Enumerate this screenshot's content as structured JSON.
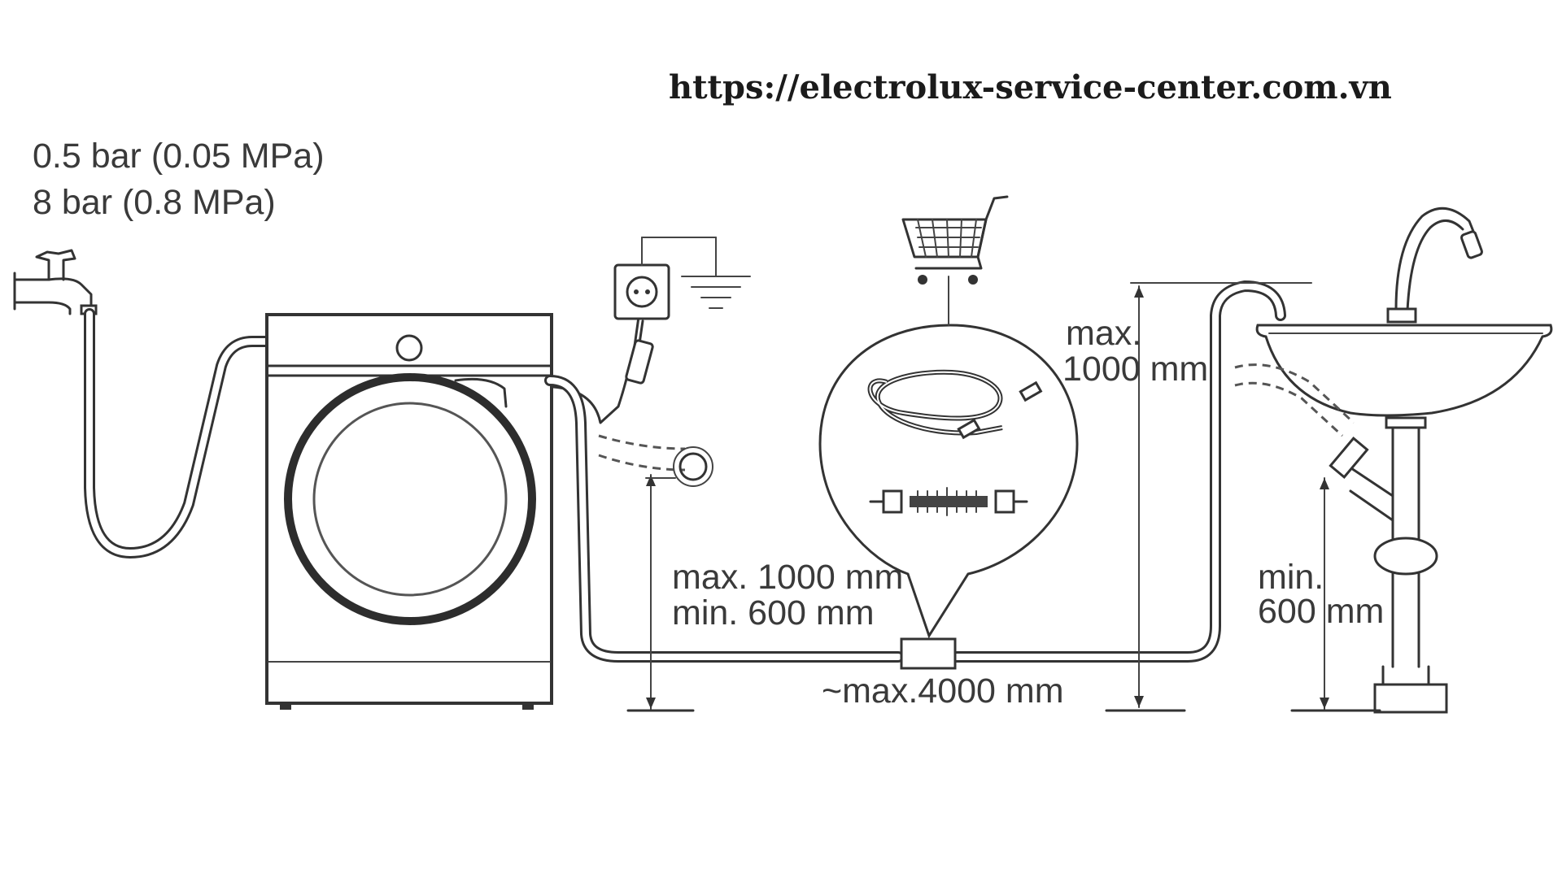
{
  "watermark_url": "https://electrolux-service-center.com.vn",
  "pressure": {
    "min": "0.5 bar (0.05 MPa)",
    "max": "8 bar (0.8 MPa)"
  },
  "drain_wall": {
    "line1": "max. 1000 mm",
    "line2": "min. 600 mm"
  },
  "hose_length": "~max.4000 mm",
  "standpipe_height": {
    "line1": "max.",
    "line2": "1000 mm"
  },
  "sink_height": {
    "line1": "min.",
    "line2": "600 mm"
  },
  "icons": [
    "water-tap-icon",
    "power-socket-icon",
    "ground-symbol-icon",
    "shopping-cart-icon",
    "extension-hose-icon",
    "hose-connector-icon",
    "sink-icon"
  ]
}
